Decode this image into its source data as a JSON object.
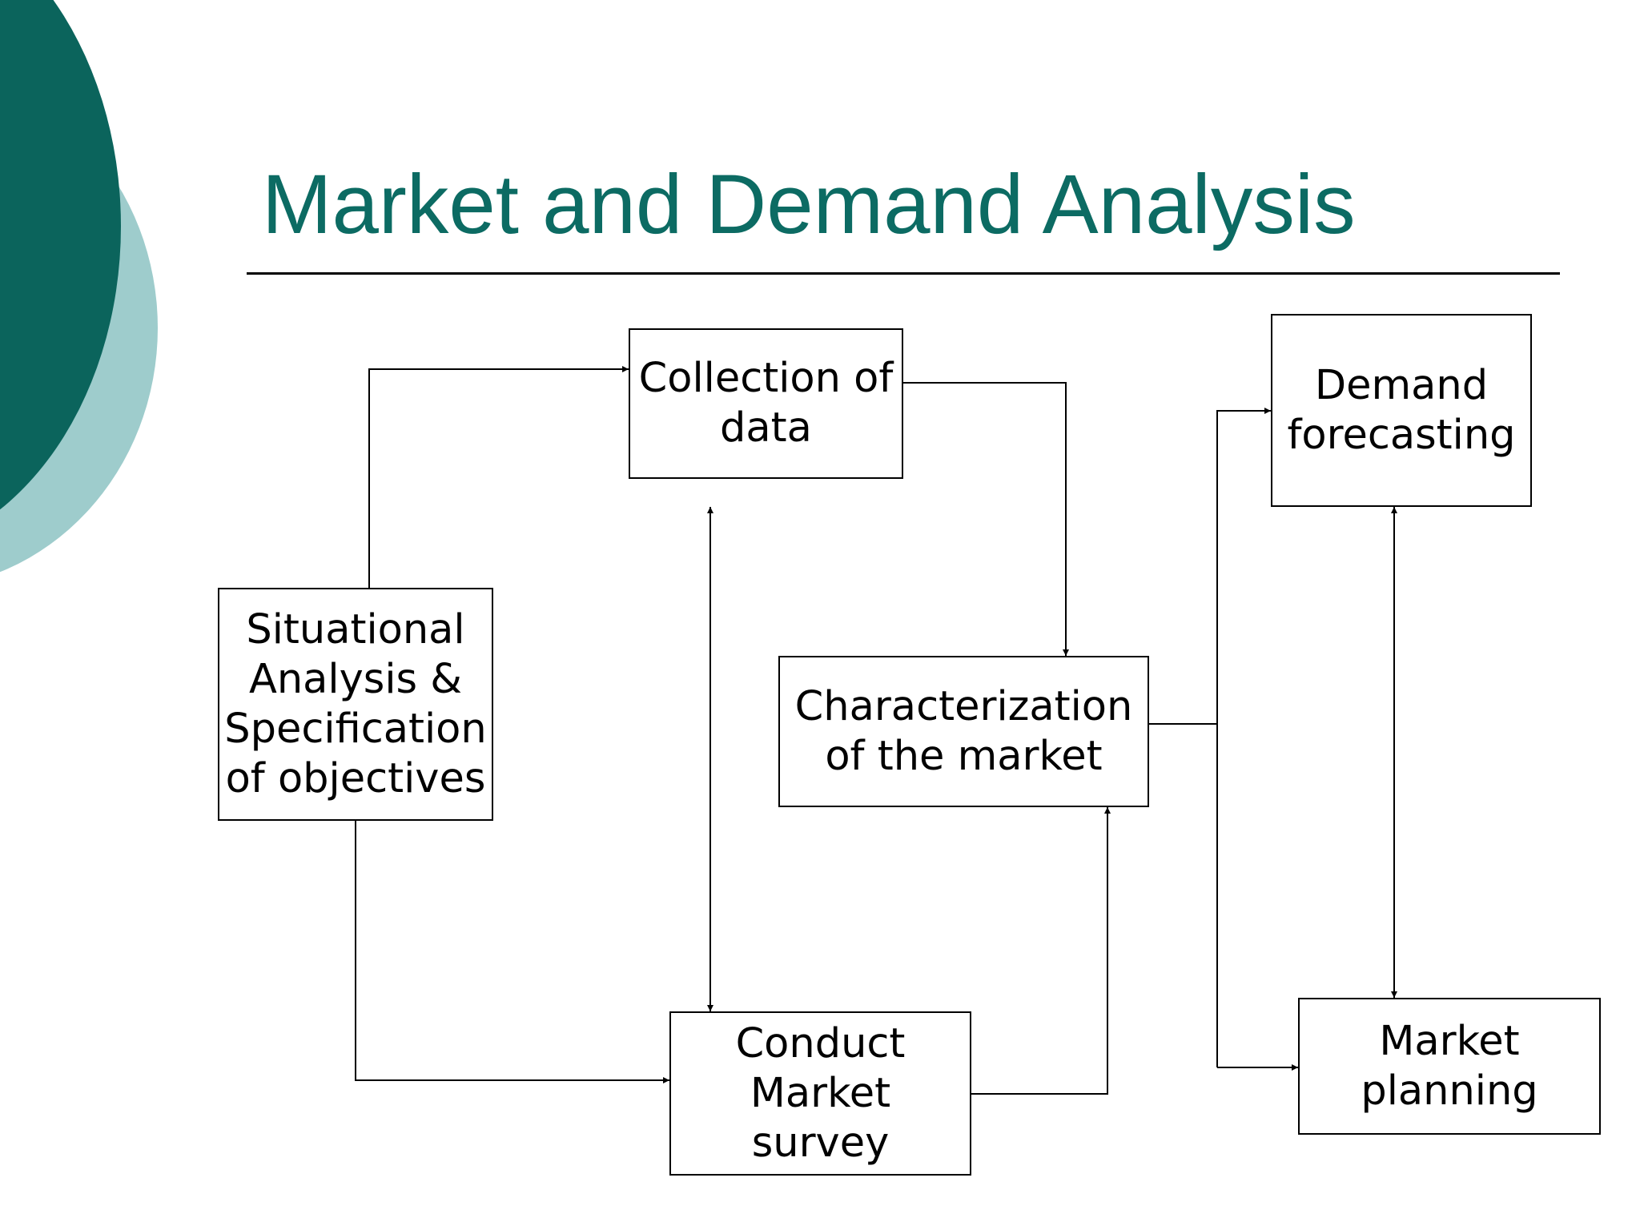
{
  "slide": {
    "title": "Market and Demand Analysis",
    "colors": {
      "title": "#0c6b63",
      "decoration_dark": "#0b645c",
      "decoration_light": "#9ecccc",
      "lines": "#000000"
    }
  },
  "diagram": {
    "nodes": [
      {
        "id": "situational",
        "label": "Situational\nAnalysis &\nSpecification\nof objectives"
      },
      {
        "id": "collection",
        "label": "Collection of\ndata"
      },
      {
        "id": "characterization",
        "label": "Characterization\nof the market"
      },
      {
        "id": "survey",
        "label": "Conduct\nMarket\nsurvey"
      },
      {
        "id": "demand",
        "label": "Demand\nforecasting"
      },
      {
        "id": "planning",
        "label": "Market\nplanning"
      }
    ],
    "edges": [
      {
        "from": "situational",
        "to": "collection",
        "direction": "forward"
      },
      {
        "from": "situational",
        "to": "survey",
        "direction": "forward"
      },
      {
        "from": "collection",
        "to": "characterization",
        "direction": "forward"
      },
      {
        "from": "collection",
        "to": "survey",
        "direction": "both"
      },
      {
        "from": "survey",
        "to": "characterization",
        "direction": "forward"
      },
      {
        "from": "characterization",
        "to": "demand",
        "direction": "forward"
      },
      {
        "from": "characterization",
        "to": "planning",
        "direction": "forward"
      },
      {
        "from": "demand",
        "to": "planning",
        "direction": "both"
      }
    ]
  }
}
